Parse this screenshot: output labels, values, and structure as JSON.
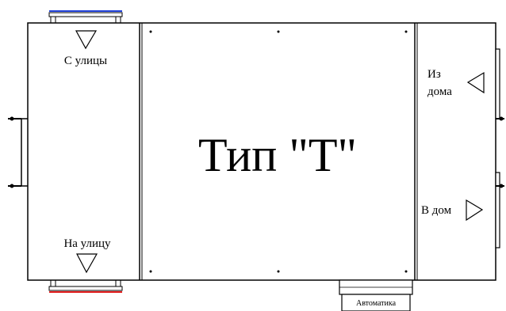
{
  "labels": {
    "intake_street": "С улицы",
    "exhaust_street": "На улицу",
    "from_house_1": "Из",
    "from_house_2": "дома",
    "to_house": "В дом",
    "center_title": "Тип \"T\"",
    "automation": "Автоматика"
  },
  "colors": {
    "outline": "#000000",
    "intake_pipe": "#1f3fd8",
    "exhaust_pipe": "#e01818"
  }
}
